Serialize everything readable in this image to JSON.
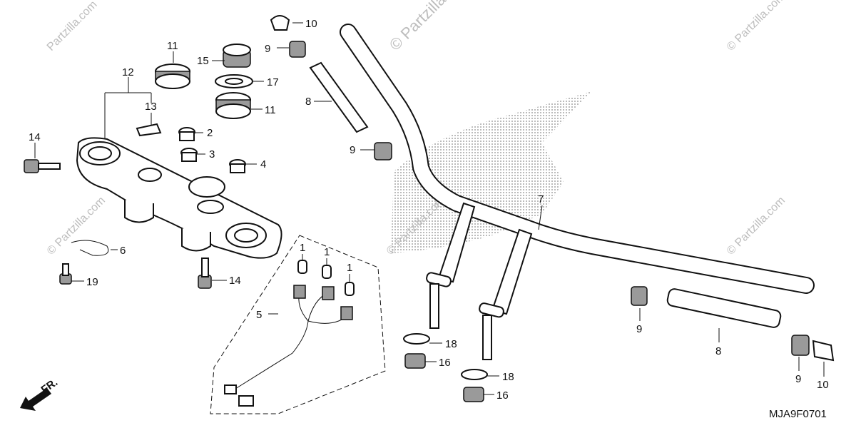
{
  "watermarks": {
    "main": "© Partzilla.com",
    "small": "© Partzilla.com",
    "fragment": "Partzilla.com"
  },
  "diagram_code": "MJA9F0701",
  "front_marker": "FR.",
  "callouts": [
    {
      "id": "1a",
      "text": "1"
    },
    {
      "id": "1b",
      "text": "1"
    },
    {
      "id": "1c",
      "text": "1"
    },
    {
      "id": "2",
      "text": "2"
    },
    {
      "id": "3",
      "text": "3"
    },
    {
      "id": "4",
      "text": "4"
    },
    {
      "id": "5",
      "text": "5"
    },
    {
      "id": "6",
      "text": "6"
    },
    {
      "id": "7",
      "text": "7"
    },
    {
      "id": "8a",
      "text": "8"
    },
    {
      "id": "8b",
      "text": "8"
    },
    {
      "id": "9a",
      "text": "9"
    },
    {
      "id": "9b",
      "text": "9"
    },
    {
      "id": "9c",
      "text": "9"
    },
    {
      "id": "9d",
      "text": "9"
    },
    {
      "id": "10a",
      "text": "10"
    },
    {
      "id": "10b",
      "text": "10"
    },
    {
      "id": "11a",
      "text": "11"
    },
    {
      "id": "11b",
      "text": "11"
    },
    {
      "id": "12",
      "text": "12"
    },
    {
      "id": "13",
      "text": "13"
    },
    {
      "id": "14a",
      "text": "14"
    },
    {
      "id": "14b",
      "text": "14"
    },
    {
      "id": "15",
      "text": "15"
    },
    {
      "id": "16a",
      "text": "16"
    },
    {
      "id": "16b",
      "text": "16"
    },
    {
      "id": "17",
      "text": "17"
    },
    {
      "id": "18a",
      "text": "18"
    },
    {
      "id": "18b",
      "text": "18"
    },
    {
      "id": "19",
      "text": "19"
    }
  ]
}
